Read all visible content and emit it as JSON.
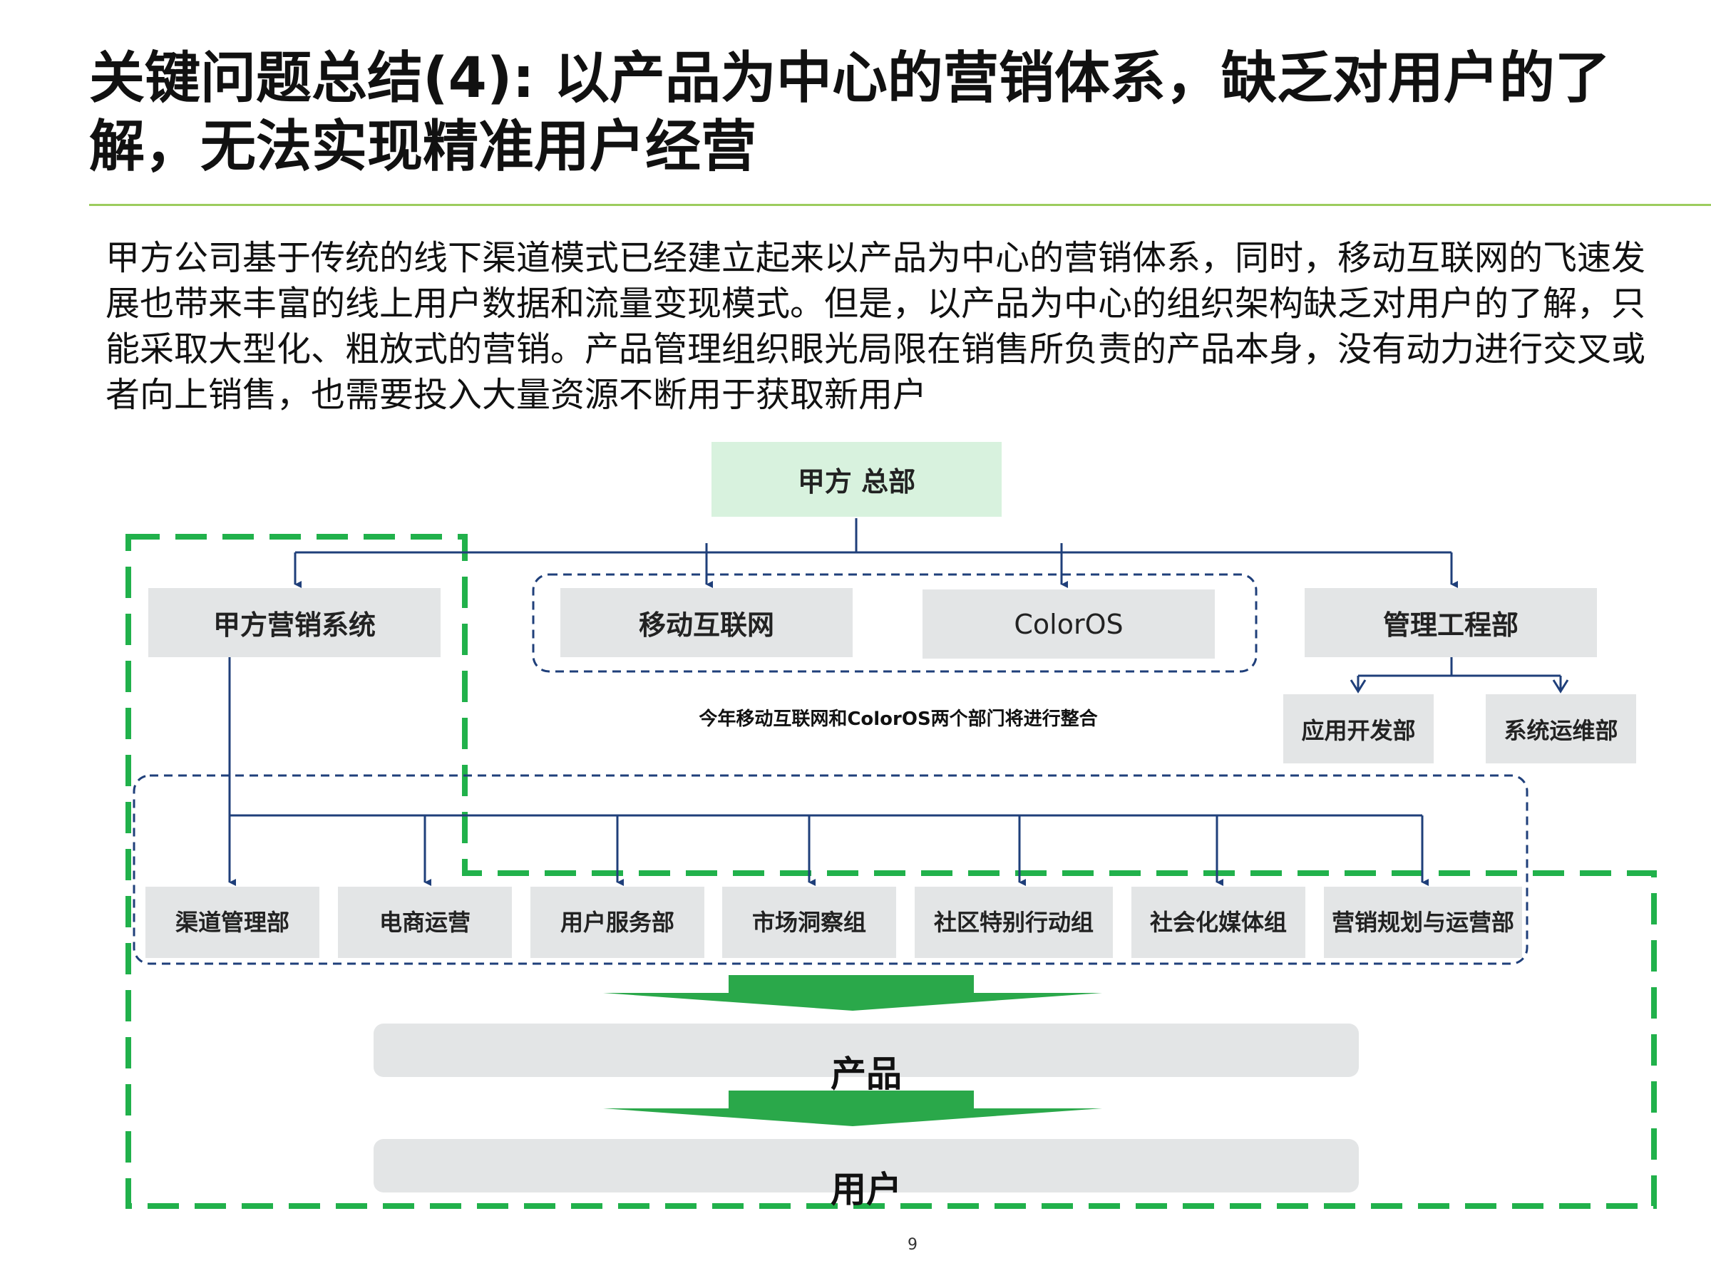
{
  "slide": {
    "title": "关键问题总结(4): 以产品为中心的营销体系，缺乏对用户的了解，无法实现精准用户经营",
    "intro": "甲方公司基于传统的线下渠道模式已经建立起来以产品为中心的营销体系，同时，移动互联网的飞速发展也带来丰富的线上用户数据和流量变现模式。但是，以产品为中心的组织架构缺乏对用户的了解，只能采取大型化、粗放式的营销。产品管理组织眼光局限在销售所负责的产品本身，没有动力进行交叉或者向上销售，也需要投入大量资源不断用于获取新用户",
    "page_number": "9"
  },
  "org": {
    "root": "甲方 总部",
    "level1": [
      "甲方营销系统",
      "移动互联网",
      "ColorOS",
      "管理工程部"
    ],
    "eng_children": [
      "应用开发部",
      "系统运维部"
    ],
    "merge_note": "今年移动互联网和ColorOS两个部门将进行整合",
    "marketing_depts": [
      "渠道管理部",
      "电商运营",
      "用户服务部",
      "市场洞察组",
      "社区特别行动组",
      "社会化媒体组",
      "营销规划与运营部"
    ]
  },
  "flow": {
    "product_label": "产品",
    "user_label": "用户"
  },
  "colors": {
    "connector": "#1f3f7a",
    "green_dash": "#21b14b",
    "arrow_green": "#2aa84a",
    "root_fill": "#d8f2de",
    "box_fill": "#e3e5e6"
  }
}
